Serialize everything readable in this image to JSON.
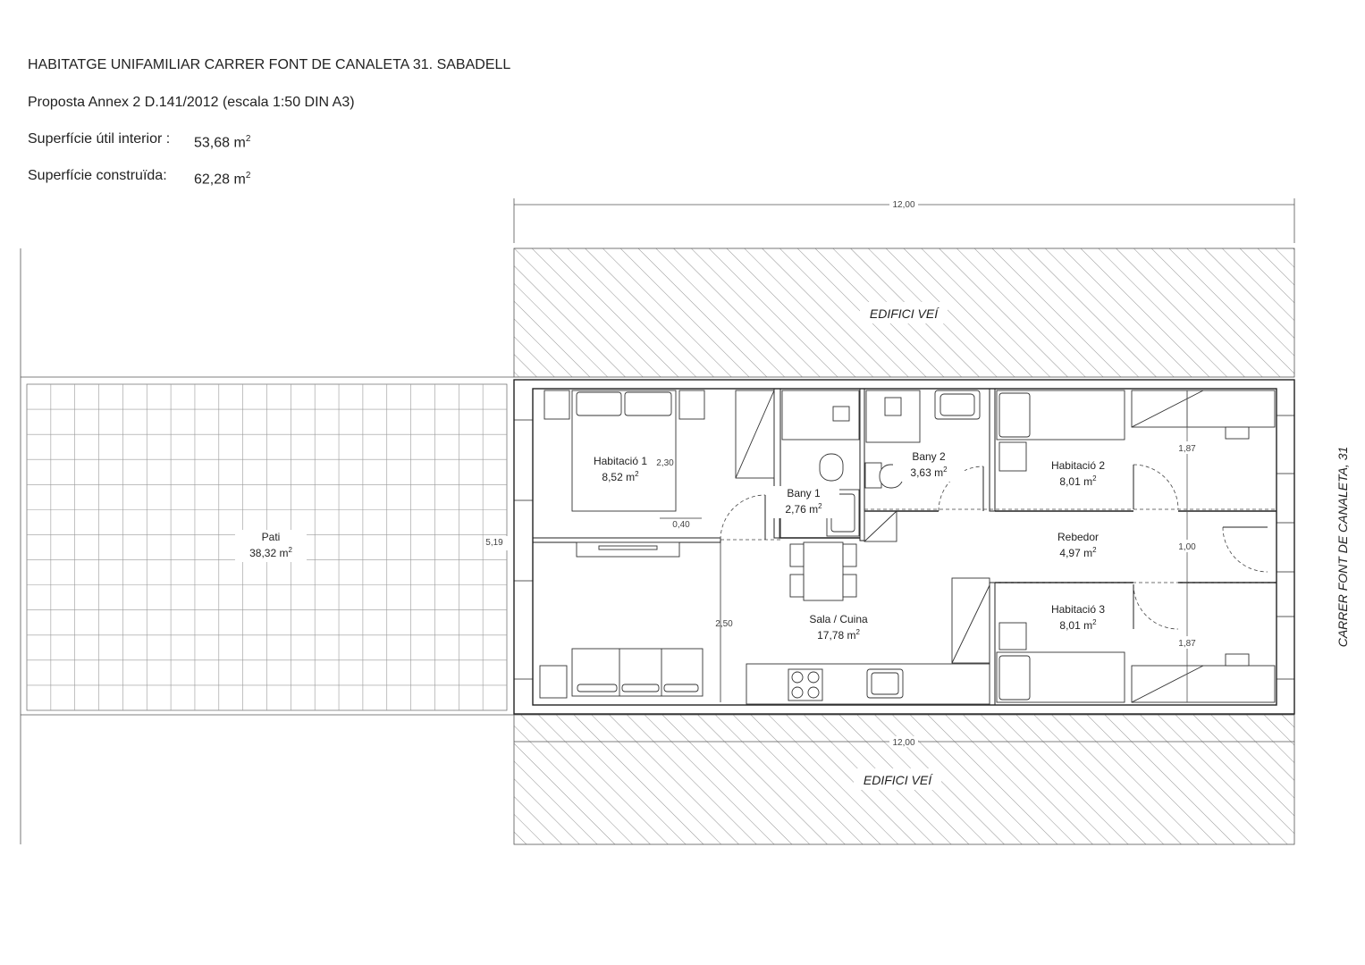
{
  "header": {
    "title": "HABITATGE UNIFAMILIAR CARRER FONT DE CANALETA 31. SABADELL",
    "subtitle": "Proposta Annex 2 D.141/2012 (escala 1:50 DIN A3)",
    "useful_label": "Superfície útil interior :",
    "useful_value": "53,68 m",
    "built_label": "Superfície construïda:",
    "built_value": "62,28 m",
    "area_exp": "2"
  },
  "plan": {
    "neighbour_top": "EDIFICI VEÍ",
    "neighbour_bottom": "EDIFICI VEÍ",
    "street": "CARRER FONT DE CANALETA, 31",
    "rooms": [
      {
        "id": "habitacio-1",
        "name": "Habitació 1",
        "area": "8,52 m"
      },
      {
        "id": "bany-1",
        "name": "Bany 1",
        "area": "2,76 m"
      },
      {
        "id": "bany-2",
        "name": "Bany 2",
        "area": "3,63 m"
      },
      {
        "id": "habitacio-2",
        "name": "Habitació 2",
        "area": "8,01 m"
      },
      {
        "id": "rebedor",
        "name": "Rebedor",
        "area": "4,97 m"
      },
      {
        "id": "habitacio-3",
        "name": "Habitació 3",
        "area": "8,01 m"
      },
      {
        "id": "sala-cuina",
        "name": "Sala / Cuina",
        "area": "17,78 m"
      },
      {
        "id": "pati",
        "name": "Pati",
        "area": "38,32 m"
      }
    ],
    "dimensions": {
      "width_top": "12,00",
      "width_bottom": "12,00",
      "depth": "5,19",
      "hab1_height": "2,30",
      "wardrobe": "0,40",
      "sala": "2,50",
      "hab2": "1,87",
      "rebedor": "1,00",
      "hab3": "1,87"
    }
  }
}
